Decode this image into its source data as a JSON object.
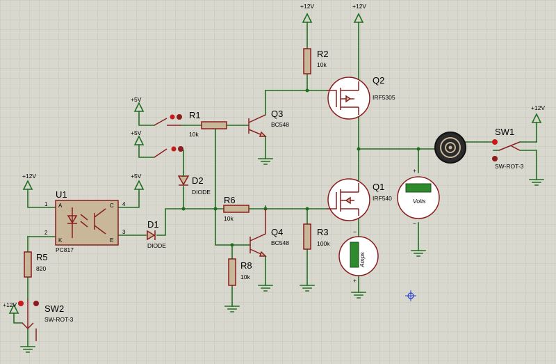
{
  "rails": {
    "p12": "+12V",
    "p5": "+5V"
  },
  "u1": {
    "ref": "U1",
    "part": "PC817",
    "pins": [
      "1",
      "2",
      "3",
      "4"
    ],
    "pin_letters": [
      "A",
      "K",
      "C",
      "E"
    ]
  },
  "r1": {
    "ref": "R1",
    "value": "10k"
  },
  "r2": {
    "ref": "R2",
    "value": "10k"
  },
  "r3": {
    "ref": "R3",
    "value": "100k"
  },
  "r5": {
    "ref": "R5",
    "value": "820"
  },
  "r6": {
    "ref": "R6",
    "value": "10k"
  },
  "r8": {
    "ref": "R8",
    "value": "10k"
  },
  "d1": {
    "ref": "D1",
    "part": "DIODE"
  },
  "d2": {
    "ref": "D2",
    "part": "DIODE"
  },
  "q1": {
    "ref": "Q1",
    "part": "IRF540"
  },
  "q2": {
    "ref": "Q2",
    "part": "IRF5305"
  },
  "q3": {
    "ref": "Q3",
    "part": "BC548"
  },
  "q4": {
    "ref": "Q4",
    "part": "BC548"
  },
  "sw1": {
    "ref": "SW1",
    "part": "SW-ROT-3"
  },
  "sw2": {
    "ref": "SW2",
    "part": "SW-ROT-3"
  },
  "voltmeter": {
    "unit": "Volts",
    "plus": "+",
    "minus": "−"
  },
  "ammeter": {
    "unit": "Amps",
    "plus": "+",
    "minus": "−"
  },
  "colors": {
    "grid": "#c4c3bb",
    "wire": "#1f6e1f",
    "component": "#8b1d1d",
    "body": "#c9b79a",
    "meter_display": "#2f8a2f"
  }
}
